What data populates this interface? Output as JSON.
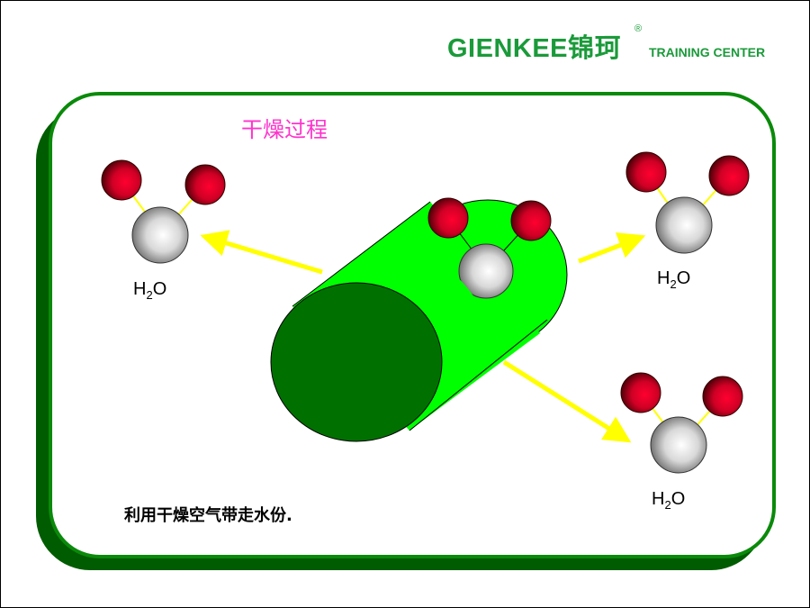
{
  "logo": {
    "brand": "GIENKEE锦珂",
    "registered": "®",
    "subtitle": "TRAINING CENTER"
  },
  "title": "干燥过程",
  "caption": "利用干燥空气带走水份.",
  "molecule_label": {
    "h": "H",
    "sub": "2",
    "o": "O"
  },
  "colors": {
    "frame": "#0a7a0a",
    "frame_shadow": "#005c00",
    "cylinder_body": "#00ff00",
    "cylinder_face": "#007000",
    "arrow": "#ffff00",
    "oxygen": "#e0002a",
    "hydrogen": "#cccccc",
    "title": "#ff33cc"
  }
}
